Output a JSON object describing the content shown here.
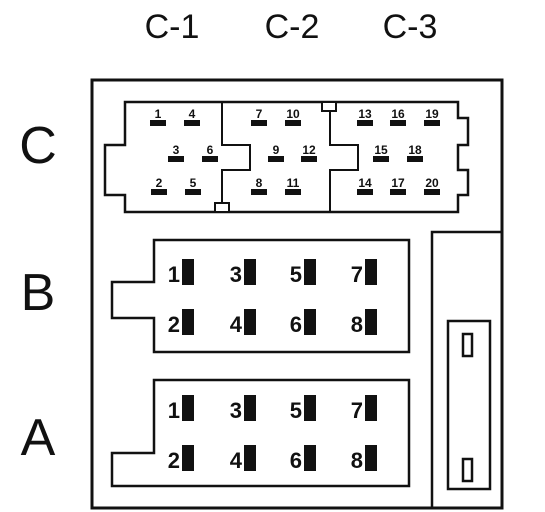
{
  "column_labels": [
    "C-1",
    "C-2",
    "C-3"
  ],
  "row_labels": {
    "c": "C",
    "b": "B",
    "a": "A"
  },
  "connector_c_pins": {
    "c1": [
      "1",
      "4",
      "3",
      "6",
      "2",
      "5"
    ],
    "c2": [
      "7",
      "10",
      "9",
      "12",
      "8",
      "11"
    ],
    "c3": [
      "13",
      "16",
      "19",
      "15",
      "18",
      "14",
      "17",
      "20"
    ]
  },
  "connector_b_pins": [
    "1",
    "3",
    "5",
    "7",
    "2",
    "4",
    "6",
    "8"
  ],
  "connector_a_pins": [
    "1",
    "3",
    "5",
    "7",
    "2",
    "4",
    "6",
    "8"
  ],
  "colors": {
    "stroke": "#111111",
    "background": "#ffffff"
  }
}
